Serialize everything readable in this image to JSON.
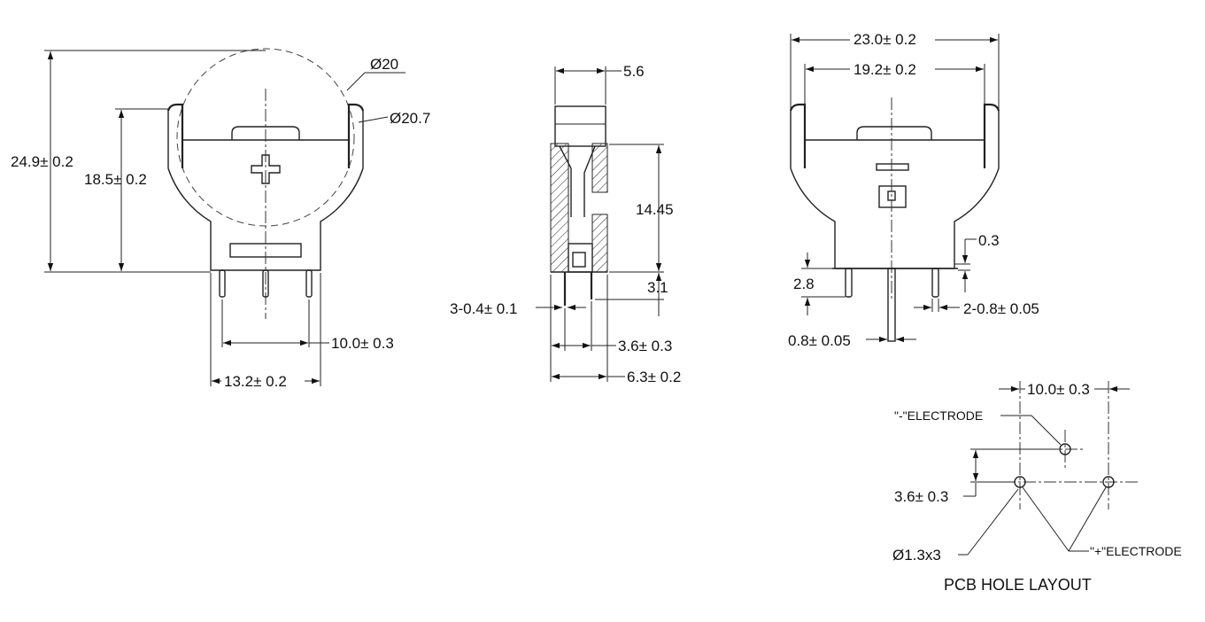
{
  "front_view": {
    "dia_coin": "Ø20",
    "dia_clip": "Ø20.7",
    "height_total": "24.9± 0.2",
    "height_body": "18.5± 0.2",
    "pin_pitch": "10.0± 0.3",
    "width_base": "13.2± 0.2"
  },
  "side_view": {
    "top_width": "5.6",
    "height": "14.45",
    "pin_length": "3.1",
    "pin_thickness": "3-0.4± 0.1",
    "pin_offset": "3.6± 0.3",
    "depth": "6.3± 0.2"
  },
  "rear_view": {
    "width_outer": "23.0± 0.2",
    "width_inner": "19.2± 0.2",
    "standoff": "0.3",
    "pin_height": "2.8",
    "pin_width_side": "2-0.8± 0.05",
    "pin_width_center": "0.8± 0.05"
  },
  "pcb_layout": {
    "pitch": "10.0± 0.3",
    "neg_label": "\"-\"ELECTRODE",
    "pos_label": "\"+\"ELECTRODE",
    "offset": "3.6± 0.3",
    "holes": "Ø1.3x3",
    "title": "PCB HOLE LAYOUT"
  }
}
